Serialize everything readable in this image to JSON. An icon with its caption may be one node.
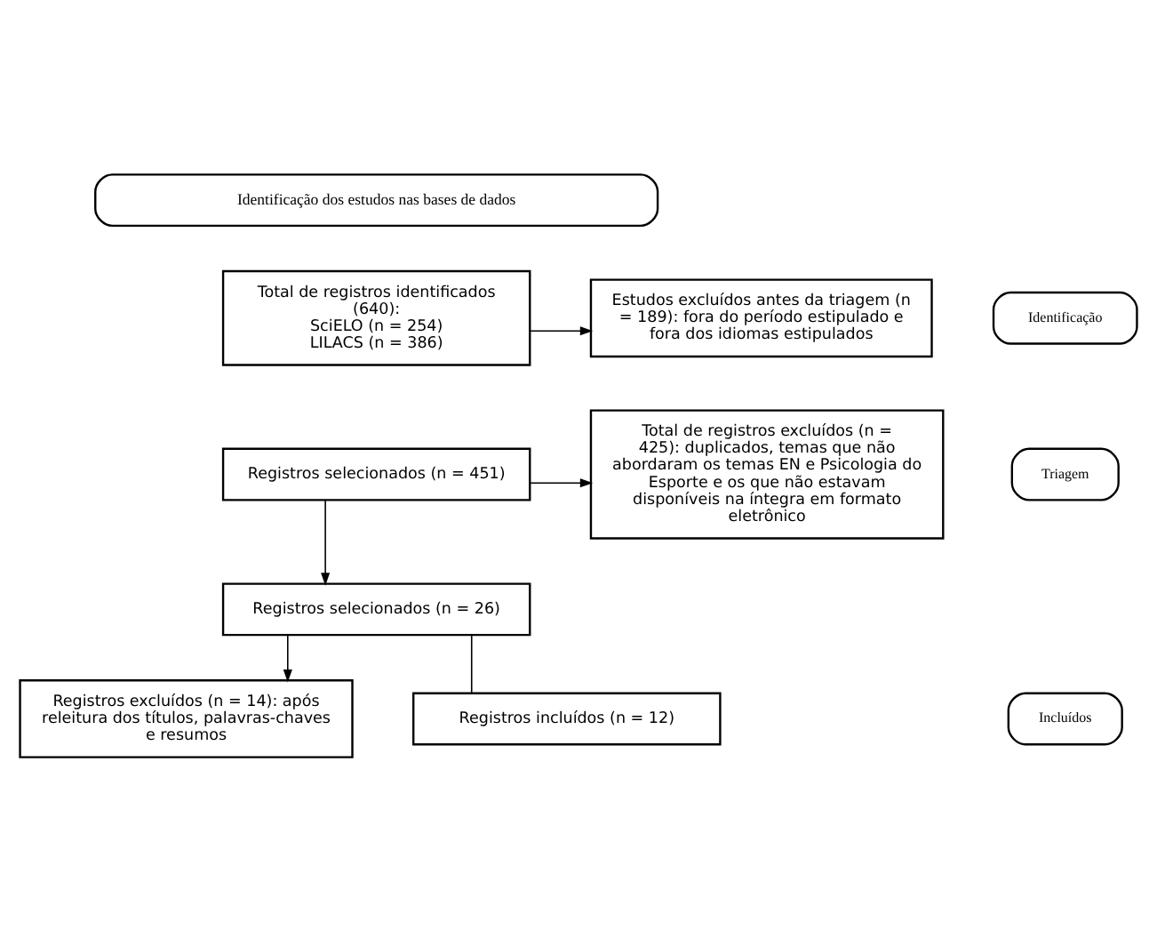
{
  "diagram": {
    "nodes": [
      {
        "text": [
          "Identificação dos estudos nas bases de dados"
        ]
      },
      {
        "text": [
          "Identificação"
        ]
      },
      {
        "text": [
          "Total de registros identificados (640):",
          "SciELO (n = 254)",
          "LILACS (n = 386)"
        ]
      },
      {
        "text": [
          "Estudos excluídos antes da triagem (n = 189): fora do período estipulado e fora dos idiomas estipulados"
        ]
      },
      {
        "text": [
          "Triagem"
        ]
      },
      {
        "text": [
          "Registros selecionados (n = 451)"
        ]
      },
      {
        "text": [
          "Total de registros excluídos (n = 425): duplicados, temas que não abordaram os temas EN e Psicologia do Esporte e os que não estavam disponíveis na íntegra em formato eletrônico"
        ]
      },
      {
        "text": [
          "Registros selecionados (n = 26)"
        ]
      },
      {
        "text": [
          "Registros excluídos (n = 14): após releitura dos títulos, palavras-chaves e resumos"
        ]
      },
      {
        "text": [
          "Incluídos"
        ]
      },
      {
        "text": [
          "Registros incluídos (n = 12)"
        ]
      }
    ],
    "edges": [
      {
        "from": 2,
        "to": 3,
        "arrow": "to"
      },
      {
        "from": 5,
        "to": 6,
        "arrow": "to"
      },
      {
        "from": 5,
        "to": 7,
        "arrow": "to"
      },
      {
        "from": 7,
        "to": 10,
        "arrow": "none"
      },
      {
        "from": 7,
        "to": 8,
        "arrow": "to"
      }
    ]
  }
}
